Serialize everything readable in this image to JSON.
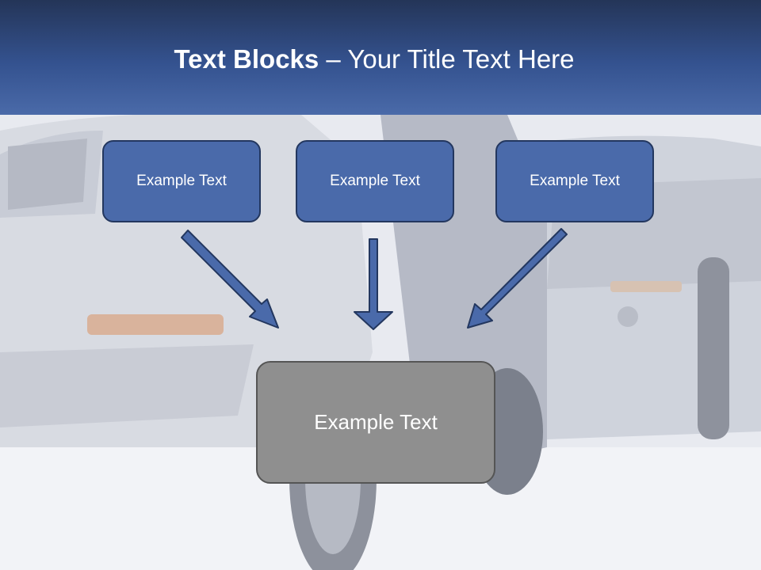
{
  "title": {
    "bold": "Text Blocks",
    "dash": " – ",
    "rest": "Your Title Text Here"
  },
  "blocks": [
    {
      "label": "Example Text"
    },
    {
      "label": "Example Text"
    },
    {
      "label": "Example Text"
    },
    {
      "label": "Example Text"
    }
  ],
  "colors": {
    "header_top": "#243558",
    "header_bottom": "#4a6aa9",
    "block_fill": "#4a6aaa",
    "block_border": "#23375f",
    "target_fill": "#8f8f8f",
    "target_border": "#555555",
    "arrow_fill": "#4a6aaa"
  }
}
